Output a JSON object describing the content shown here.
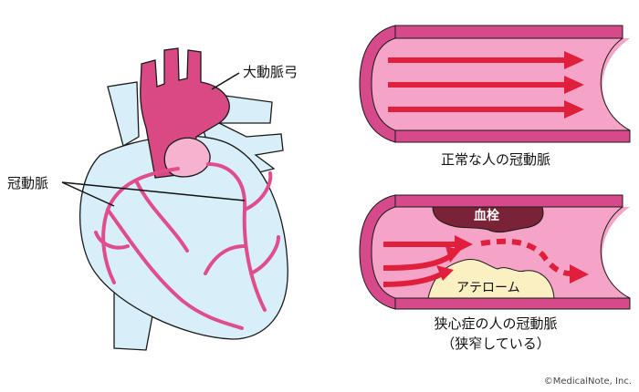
{
  "labels": {
    "aortic_arch": "大動脈弓",
    "coronary_artery": "冠動脈",
    "thrombus": "血栓",
    "atheroma": "アテローム"
  },
  "captions": {
    "normal": "正常な人の冠動脈",
    "angina_line1": "狭心症の人の冠動脈",
    "angina_line2": "（狭窄している）"
  },
  "copyright": "©MedicalNote, Inc.",
  "colors": {
    "vessel_wall": "#d6498a",
    "vessel_inner": "#f5a3c7",
    "blood_flow": "#e01f3d",
    "thrombus": "#7a2236",
    "atheroma": "#fbf0c2",
    "heart": "#d8eef8",
    "aorta": "#d94a85"
  }
}
